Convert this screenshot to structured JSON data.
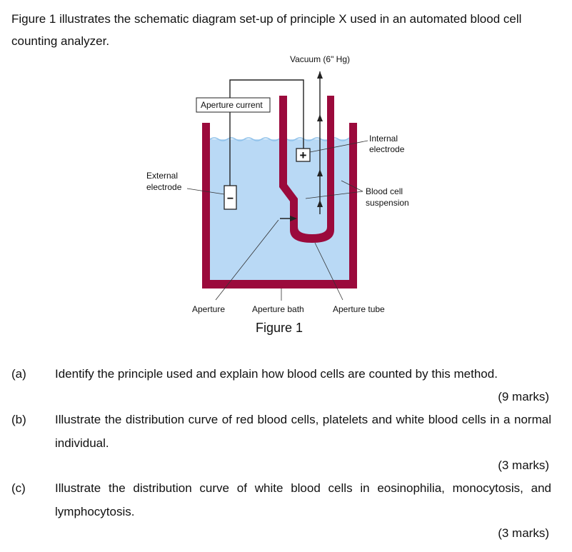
{
  "intro": "Figure 1 illustrates the schematic diagram set-up of principle X used in an automated blood cell counting analyzer.",
  "figure": {
    "vacuum": "Vacuum (6\" Hg)",
    "aperture_current": "Aperture current",
    "internal_electrode_1": "Internal",
    "internal_electrode_2": "electrode",
    "external_electrode_1": "External",
    "external_electrode_2": "electrode",
    "blood_cell_1": "Blood cell",
    "blood_cell_2": "suspension",
    "aperture": "Aperture",
    "aperture_bath": "Aperture bath",
    "aperture_tube": "Aperture tube",
    "plus_sign": "+",
    "minus_sign": "−",
    "caption": "Figure 1",
    "colors": {
      "wall": "#9b0a3c",
      "liquid": "#b9d9f5",
      "line": "#222222"
    }
  },
  "questions": [
    {
      "label": "(a)",
      "text": "Identify the principle used and explain how blood cells are counted by this method.",
      "marks": "(9 marks)"
    },
    {
      "label": "(b)",
      "text": "Illustrate the distribution curve of red blood cells, platelets and white blood cells in a normal individual.",
      "marks": "(3 marks)"
    },
    {
      "label": "(c)",
      "text": "Illustrate the distribution curve of white blood cells in eosinophilia, monocytosis, and lymphocytosis.",
      "marks": "(3 marks)"
    }
  ]
}
